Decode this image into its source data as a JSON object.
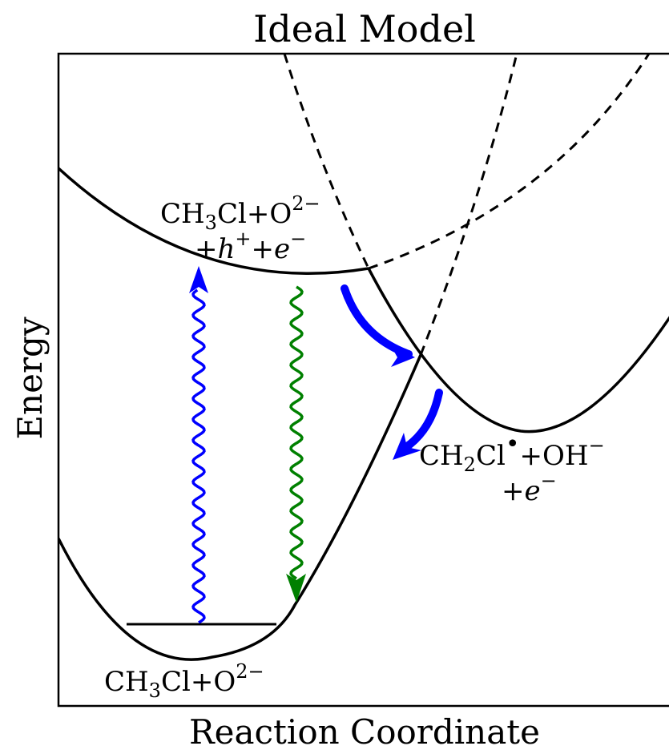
{
  "diagram": {
    "title": "Ideal Model",
    "x_axis_label": "Reaction Coordinate",
    "y_axis_label": "Energy",
    "states": {
      "excited": {
        "line1": {
          "base": "CH",
          "sub": "3",
          "mid": "Cl+O",
          "sup": "2−"
        },
        "line2": {
          "pre": "+",
          "h": "h",
          "h_sup": "+",
          "mid": "+",
          "e": "e",
          "e_sup": "−"
        }
      },
      "product": {
        "line1": {
          "base": "CH",
          "sub": "2",
          "mid": "Cl",
          "sup": "•",
          "post": "+OH",
          "post_sup": "−"
        },
        "line2": {
          "pre": "+",
          "e": "e",
          "e_sup": "−"
        }
      },
      "ground": {
        "line1": {
          "base": "CH",
          "sub": "3",
          "mid": "Cl+O",
          "sup": "2−"
        }
      }
    },
    "arrow_colors": {
      "absorption": "#0000ff",
      "emission": "#008000",
      "transfer": "#0000ff"
    },
    "curve_color": "#000000"
  }
}
